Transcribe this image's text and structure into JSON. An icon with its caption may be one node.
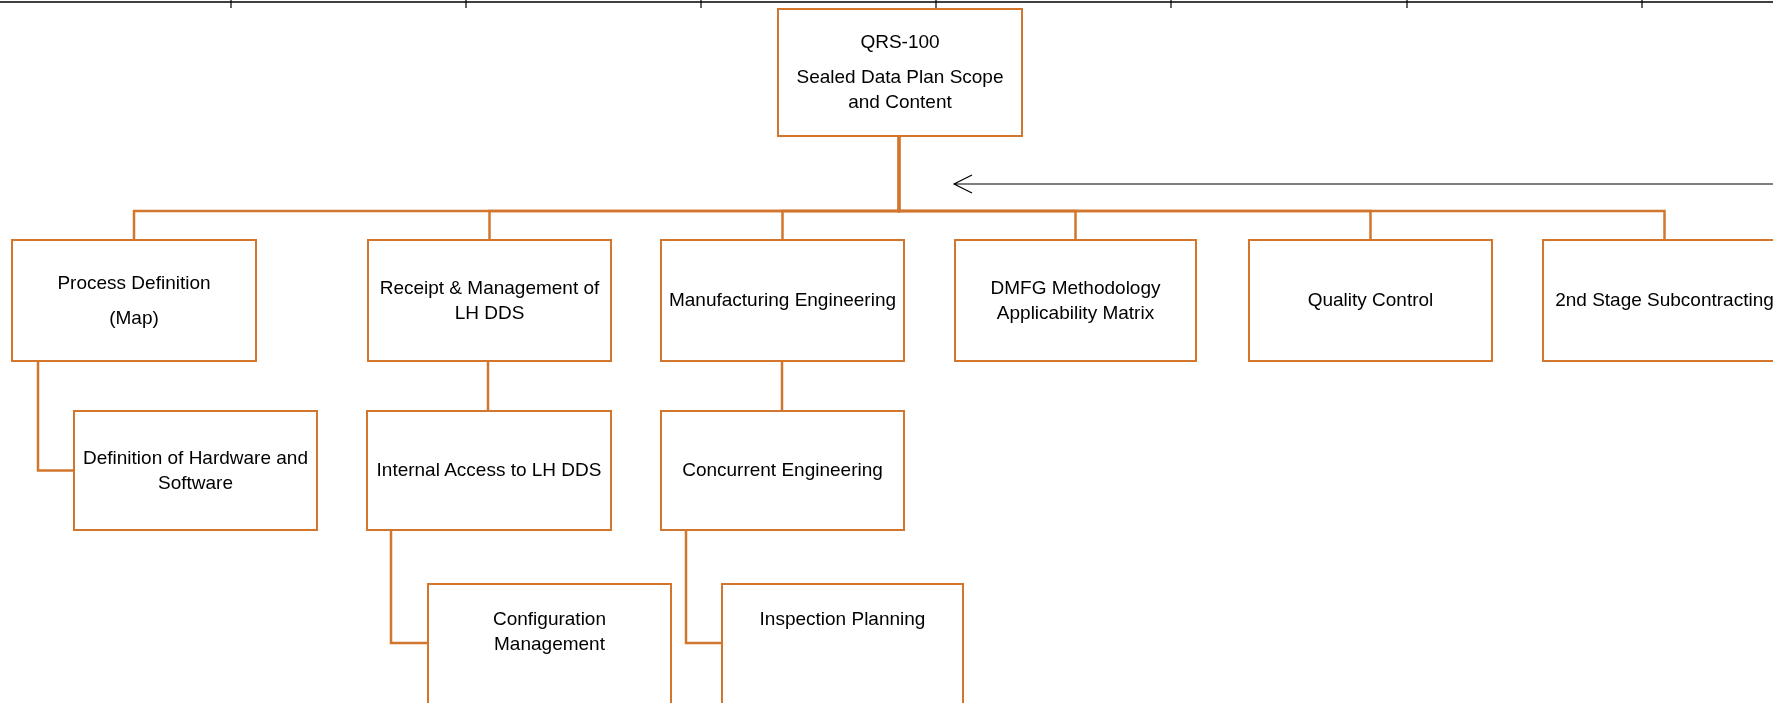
{
  "diagram": {
    "nodes": [
      {
        "text": [
          "QRS-100",
          "Sealed Data Plan Scope and Content"
        ]
      },
      {
        "text": [
          "Process Definition",
          "(Map)"
        ]
      },
      {
        "text": [
          "Receipt & Management of LH DDS"
        ]
      },
      {
        "text": [
          "Manufacturing Engineering"
        ]
      },
      {
        "text": [
          "DMFG Methodology Applicability Matrix"
        ]
      },
      {
        "text": [
          "Quality Control"
        ]
      },
      {
        "text": [
          "2nd Stage Subcontracting"
        ]
      },
      {
        "text": [
          "Definition of Hardware and Software"
        ]
      },
      {
        "text": [
          "Internal Access to LH DDS"
        ]
      },
      {
        "text": [
          "Concurrent Engineering"
        ]
      },
      {
        "text": [
          "Configuration Management"
        ]
      },
      {
        "text": [
          "Inspection Planning"
        ]
      }
    ],
    "edges": [
      {
        "from": 0,
        "to": 1,
        "arrow": "none"
      },
      {
        "from": 0,
        "to": 2,
        "arrow": "none"
      },
      {
        "from": 0,
        "to": 3,
        "arrow": "none"
      },
      {
        "from": 0,
        "to": 4,
        "arrow": "none"
      },
      {
        "from": 0,
        "to": 5,
        "arrow": "none"
      },
      {
        "from": 0,
        "to": 6,
        "arrow": "none"
      },
      {
        "from": 1,
        "to": 7,
        "arrow": "none"
      },
      {
        "from": 2,
        "to": 8,
        "arrow": "none"
      },
      {
        "from": 3,
        "to": 9,
        "arrow": "none"
      },
      {
        "from": 8,
        "to": 10,
        "arrow": "none"
      },
      {
        "from": 9,
        "to": 11,
        "arrow": "none"
      }
    ]
  }
}
